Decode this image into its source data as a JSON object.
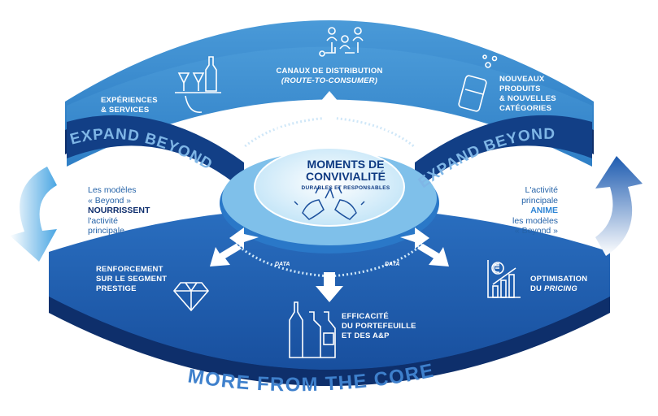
{
  "center": {
    "title_line1": "MOMENTS DE",
    "title_line2": "CONVIVIALITÉ",
    "subtitle": "DURABLES ET RESPONSABLES"
  },
  "rings": {
    "outer_left": "EXPAND BEYOND",
    "outer_right": "EXPAND BEYOND",
    "bottom": "MORE FROM THE CORE"
  },
  "data_label": "DATA",
  "pillars": {
    "experiences": {
      "line1": "EXPÉRIENCES",
      "line2": "& SERVICES"
    },
    "distribution": {
      "line1": "CANAUX DE DISTRIBUTION",
      "line2": "(ROUTE-TO-CONSUMER)"
    },
    "nouveaux": {
      "line1": "NOUVEAUX",
      "line2": "PRODUITS",
      "line3": "& NOUVELLES",
      "line4": "CATÉGORIES"
    },
    "prestige": {
      "line1": "RENFORCEMENT",
      "line2": "SUR LE SEGMENT",
      "line3": "PRESTIGE"
    },
    "portefeuille": {
      "line1": "EFFICACITÉ",
      "line2": "DU PORTEFEUILLE",
      "line3": "ET DES A&P"
    },
    "pricing": {
      "line1": "OPTIMISATION",
      "line2_prefix": "DU ",
      "line2_em": "PRICING"
    }
  },
  "side_left": {
    "line1": "Les modèles",
    "line2": "« Beyond »",
    "strong": "NOURRISSENT",
    "line3": "l'activité",
    "line4": "principale"
  },
  "side_right": {
    "line1": "L'activité",
    "line2": "principale",
    "strong": "ANIME",
    "line3": "les modèles",
    "line4": "« Beyond »"
  },
  "colors": {
    "upper_band": "#3f8fd2",
    "upper_band_light": "#6fb3e6",
    "lower_disc": "#1f5cae",
    "lower_disc_dark": "#123f86",
    "ring_edge": "#0e2f6b",
    "center": "#dff1fb",
    "arrow": "#ffffff",
    "title": "#0e3a82"
  },
  "icons": [
    "glasses-bottle-tray-icon",
    "people-network-icon",
    "can-bubbles-icon",
    "diamond-icon",
    "bottles-icon",
    "euro-chart-icon",
    "toast-hands-icon"
  ]
}
